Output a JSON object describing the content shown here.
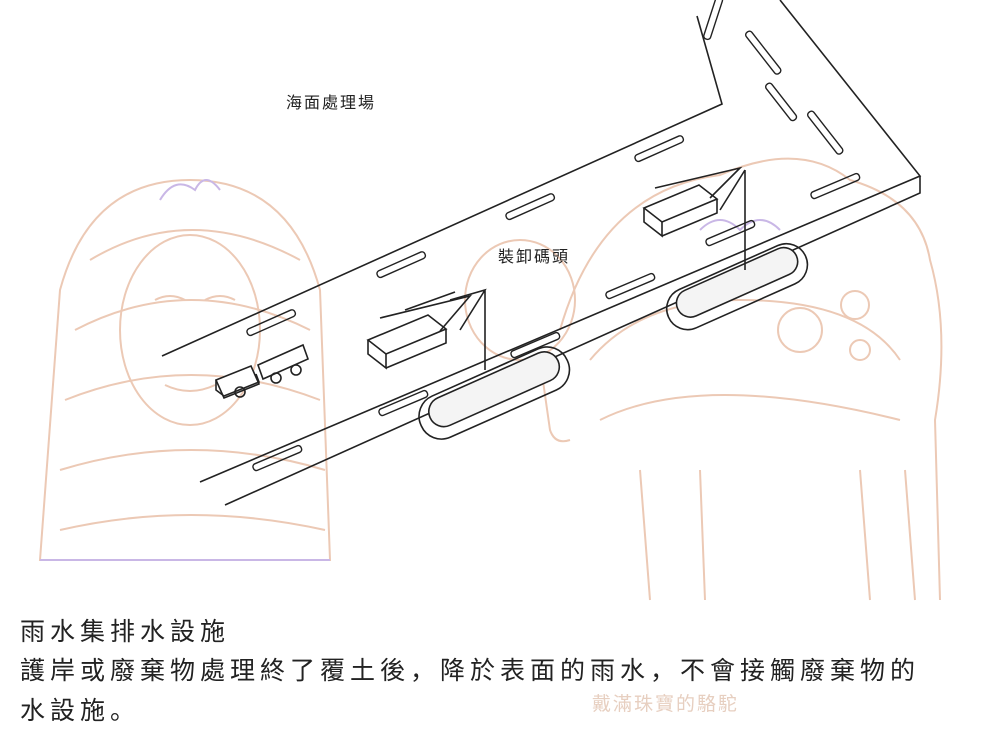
{
  "diagram": {
    "labels": {
      "sea_area": "海面處理場",
      "wharf": "裝卸碼頭"
    },
    "watermark": "戴滿珠寶的駱駝",
    "colors": {
      "ink": "#222222",
      "watermark": "#ecc9b5",
      "watermark_stripe": "#c9b7e6"
    }
  },
  "text": {
    "heading": "雨水集排水設施",
    "paragraph_line1": "護岸或廢棄物處理終了覆土後，降於表面的雨水，不會接觸廢棄物的",
    "paragraph_line2": "水設施。"
  }
}
